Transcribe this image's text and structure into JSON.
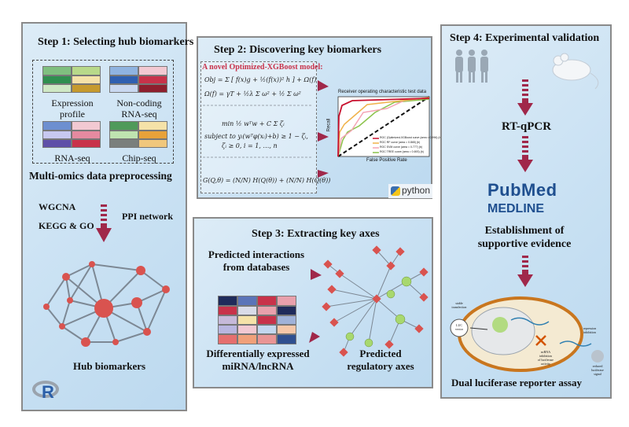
{
  "step1": {
    "title": "Step 1: Selecting hub biomarkers",
    "tiles": [
      "Expression\nprofile",
      "Non-coding\nRNA-seq",
      "RNA-seq",
      "Chip-seq"
    ],
    "preprocess": "Multi-omics data preprocessing",
    "methods": [
      "WGCNA",
      "KEGG & GO",
      "PPI network"
    ],
    "result": "Hub biomarkers",
    "logo": "R"
  },
  "step2": {
    "title": "Step 2: Discovering key biomarkers",
    "model_label": "A novel Optimized-XGBoost model:",
    "roc_title": "Receiver operating characteristic test data",
    "roc_xlabel": "False Positive Rate",
    "roc_ylabel": "Recall",
    "legend": [
      "ROC (Optimized-XGBoost curve (area = 0.996) (b)",
      "ROC RF curve (area = 0.865) (b)",
      "ROC SVM curve (area = 0.777) (b)",
      "ROC TREE curve (area = 0.693) (b)"
    ],
    "logo": "python"
  },
  "step3": {
    "title": "Step 3: Extracting  key axes",
    "predicted": "Predicted interactions\nfrom databases",
    "diff": "Differentially expressed\nmiRNA/lncRNA",
    "axes": "Predicted\nregulatory axes"
  },
  "step4": {
    "title": "Step 4: Experimental validation",
    "qpcr": "RT-qPCR",
    "pubmed": "PubMed",
    "medline": "MEDLINE",
    "evidence": "Establishment of\nsupportive evidence",
    "luc_labels": [
      "stable\ntransfection",
      "LUC\nvector",
      "ncRNA\ninhibition\nof luciferase\nactivity",
      "repression\ninhibition",
      "reduced\nluciferase\nsignal"
    ],
    "assay": "Dual luciferase reporter assay"
  },
  "colors": {
    "panel_border": "#8a8a8a",
    "arrow": "#a0284a",
    "node_red": "#d9534f",
    "node_green": "#a8d86e",
    "edge": "#7d8894"
  }
}
